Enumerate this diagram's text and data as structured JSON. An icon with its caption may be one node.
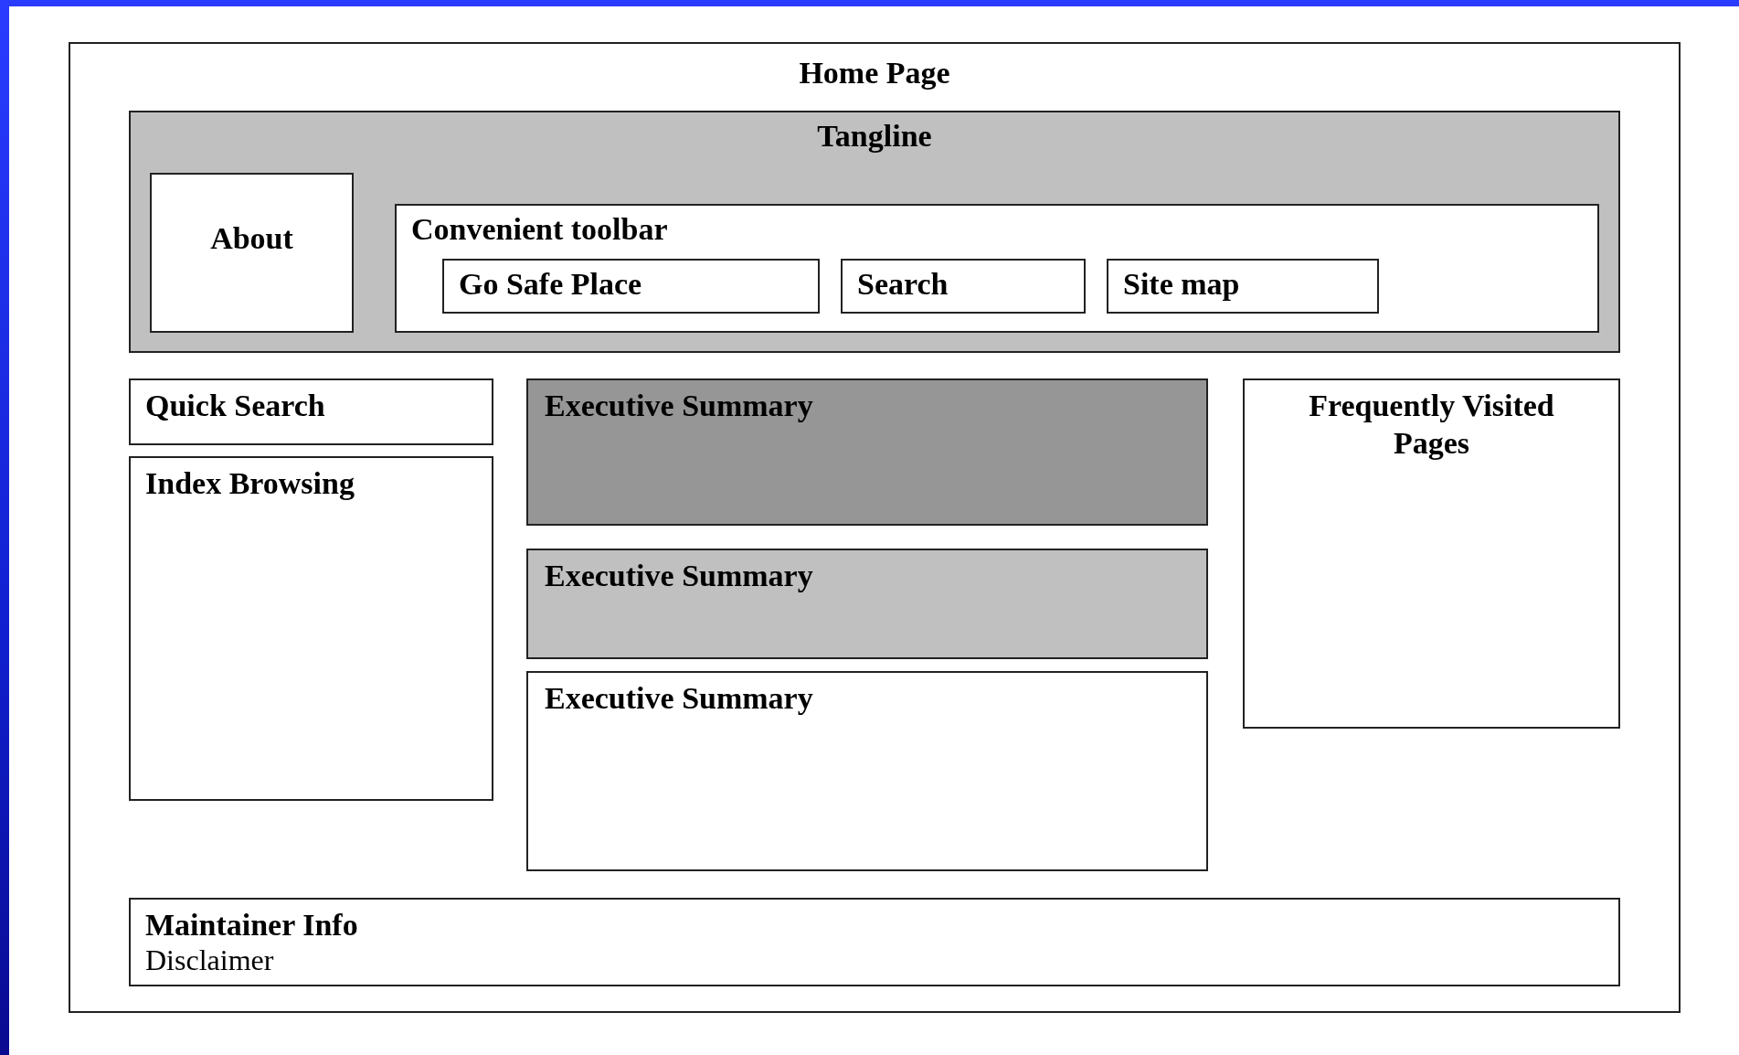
{
  "diagram": {
    "nodes": [
      {
        "text": [
          "Home Page"
        ]
      },
      {
        "text": [
          "Tangline"
        ],
        "in": 0
      },
      {
        "text": [
          "About"
        ],
        "in": 1
      },
      {
        "text": [
          "Convenient toolbar"
        ],
        "in": 1
      },
      {
        "text": [
          "Go Safe Place"
        ],
        "in": 3
      },
      {
        "text": [
          "Search"
        ],
        "in": 3
      },
      {
        "text": [
          "Site map"
        ],
        "in": 3
      },
      {
        "text": [
          "Quick Search"
        ],
        "in": 0
      },
      {
        "text": [
          "Index Browsing"
        ],
        "in": 0
      },
      {
        "text": [
          "Executive Summary"
        ],
        "in": 0
      },
      {
        "text": [
          "Executive Summary"
        ],
        "in": 0
      },
      {
        "text": [
          "Executive Summary"
        ],
        "in": 0
      },
      {
        "text": [
          "Frequently Visited Pages"
        ],
        "in": 0
      },
      {
        "text": [
          "Maintainer Info",
          "Disclaimer"
        ],
        "in": 0
      }
    ]
  }
}
